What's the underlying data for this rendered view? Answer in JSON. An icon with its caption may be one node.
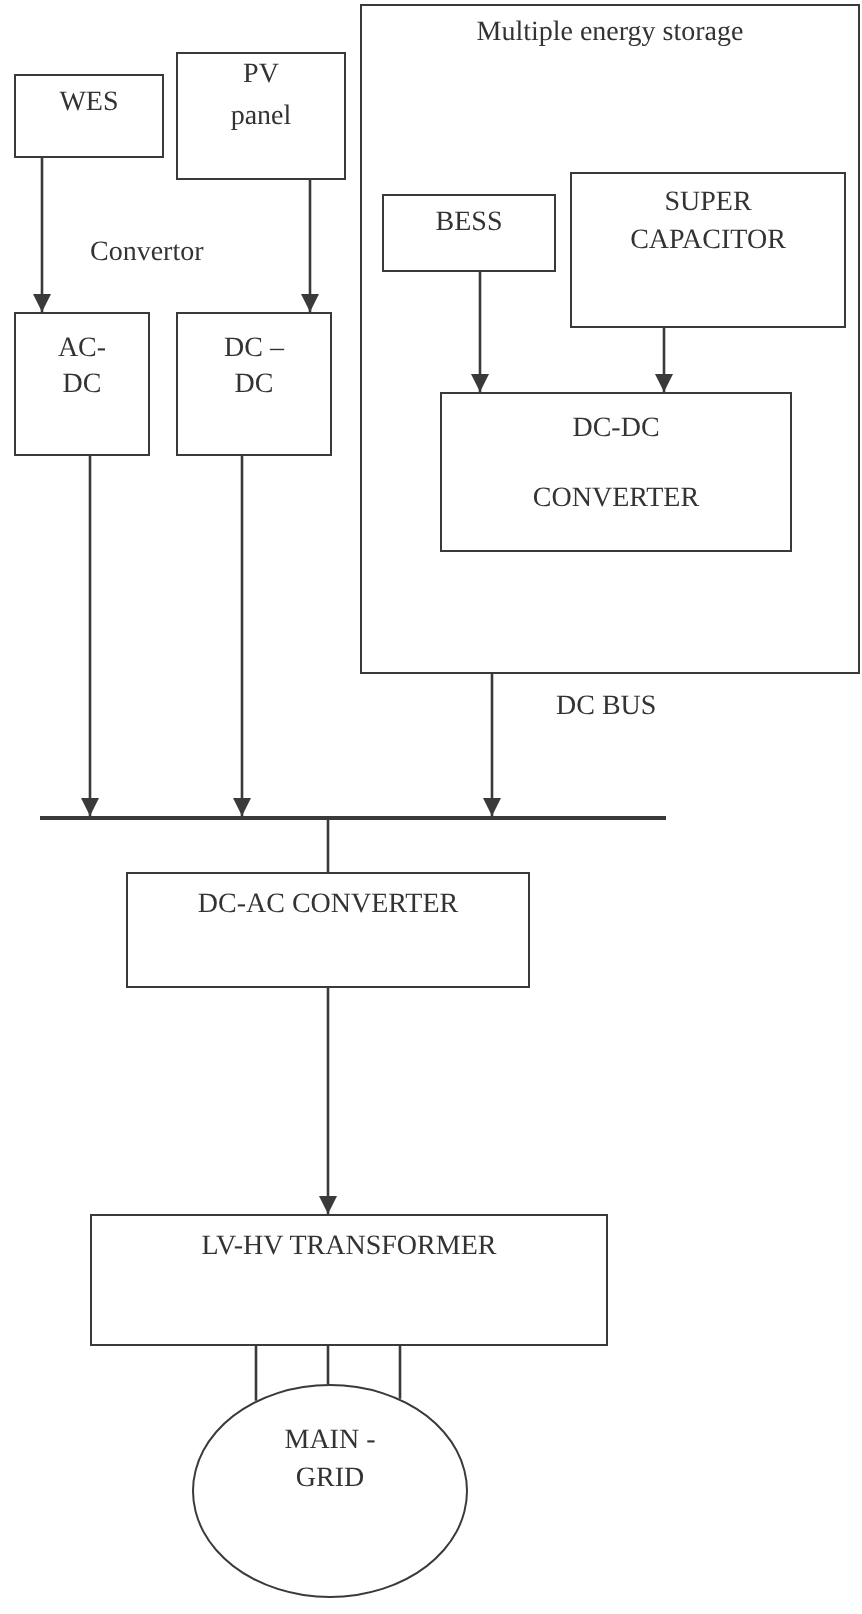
{
  "diagram": {
    "nodes": [
      {
        "text": [
          "WES"
        ]
      },
      {
        "text": [
          "PV panel"
        ]
      },
      {
        "text": [
          "Multiple energy storage"
        ]
      },
      {
        "text": [
          "BESS"
        ],
        "in": 2
      },
      {
        "text": [
          "SUPER CAPACITOR"
        ],
        "in": 2
      },
      {
        "text": [
          "DC-DC CONVERTER"
        ],
        "in": 2
      },
      {
        "text": [
          "AC- DC"
        ]
      },
      {
        "text": [
          "DC – DC"
        ]
      },
      {
        "text": [],
        "shape": "bar",
        "beside": [
          "DC BUS"
        ]
      },
      {
        "text": [
          "DC-AC CONVERTER"
        ]
      },
      {
        "text": [
          "LV-HV TRANSFORMER"
        ]
      },
      {
        "text": [
          "MAIN - GRID"
        ]
      }
    ],
    "edges": [
      {
        "from": 0,
        "to": 6,
        "arrow": "to"
      },
      {
        "from": 1,
        "to": 7,
        "arrow": "to"
      },
      {
        "from": 3,
        "to": 5,
        "arrow": "to"
      },
      {
        "from": 4,
        "to": 5,
        "arrow": "to"
      },
      {
        "from": 6,
        "to": 8,
        "arrow": "to"
      },
      {
        "from": 7,
        "to": 8,
        "arrow": "to"
      },
      {
        "from": 2,
        "to": 8,
        "arrow": "to"
      },
      {
        "from": 8,
        "to": 9,
        "arrow": "none"
      },
      {
        "from": 9,
        "to": 10,
        "arrow": "to"
      },
      {
        "from": 10,
        "to": 11,
        "arrow": "none"
      },
      {
        "from": 10,
        "to": 11,
        "arrow": "none"
      },
      {
        "from": 10,
        "to": 11,
        "arrow": "none"
      }
    ],
    "labels": [
      "Convertor"
    ]
  }
}
